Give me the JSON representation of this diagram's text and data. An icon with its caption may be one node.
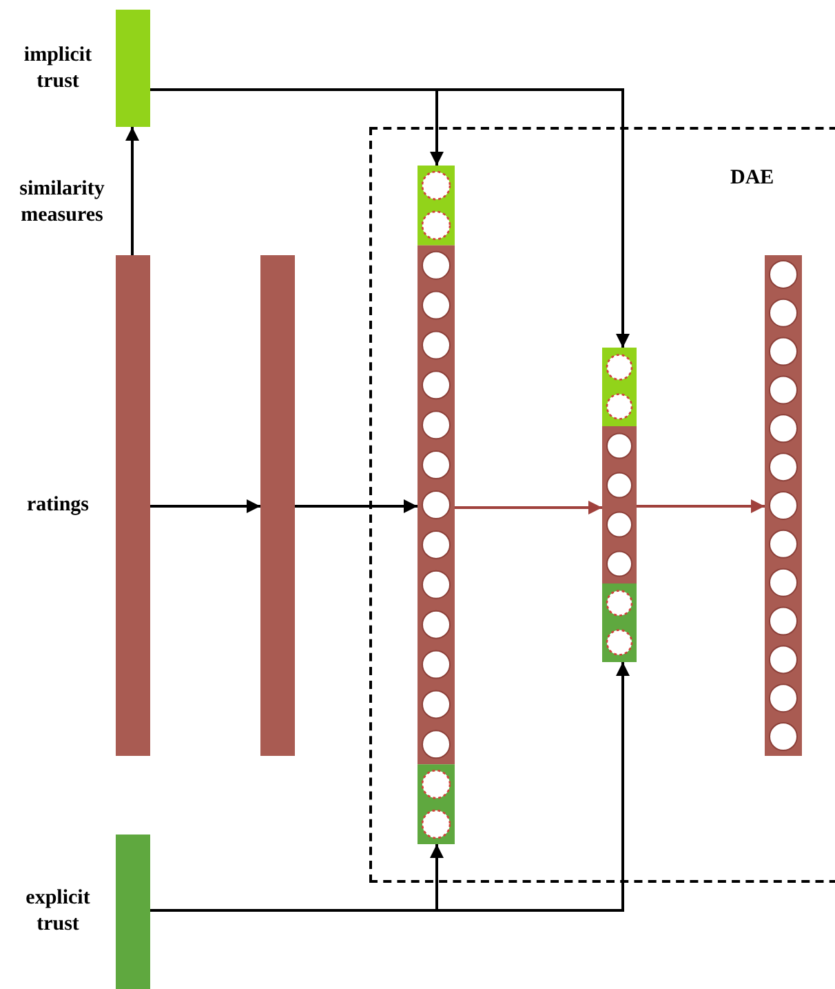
{
  "diagram": {
    "nodes": [
      {
        "text": [
          "implicit trust"
        ]
      },
      {
        "text": [
          "ratings"
        ]
      },
      {
        "text": [
          "explicit trust"
        ]
      },
      {
        "text": [],
        "shape": "bar"
      },
      {
        "text": [
          "DAE"
        ]
      },
      {
        "text": [],
        "shape": "bar",
        "in": 4
      },
      {
        "text": [],
        "shape": "bar",
        "in": 4
      },
      {
        "text": [],
        "shape": "bar",
        "in": 4
      }
    ],
    "edges": [
      {
        "from": 1,
        "to": 0,
        "arrow": "to",
        "label": "similarity measures"
      },
      {
        "from": 1,
        "to": 3,
        "arrow": "to"
      },
      {
        "from": 3,
        "to": 5,
        "arrow": "to"
      },
      {
        "from": 5,
        "to": 6,
        "arrow": "to",
        "color": "#a0413c"
      },
      {
        "from": 6,
        "to": 7,
        "arrow": "to",
        "color": "#a0413c"
      },
      {
        "from": 0,
        "to": 5,
        "arrow": "to"
      },
      {
        "from": 0,
        "to": 6,
        "arrow": "to"
      },
      {
        "from": 2,
        "to": 5,
        "arrow": "to"
      },
      {
        "from": 2,
        "to": 6,
        "arrow": "to"
      }
    ]
  }
}
